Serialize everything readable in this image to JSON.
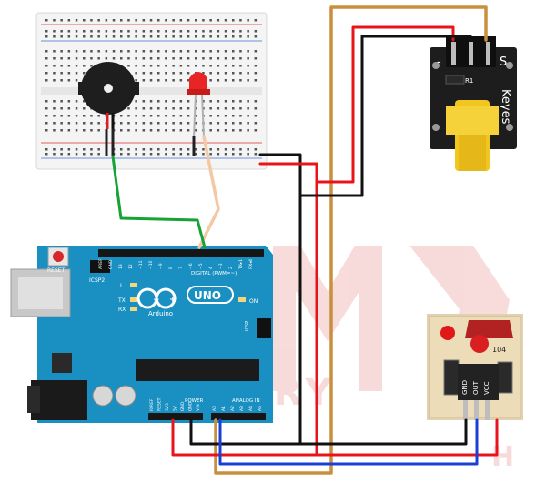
{
  "watermark": {
    "line1": "MORY",
    "line2": "H"
  },
  "arduino": {
    "logo_text": "UNO",
    "brand": "Arduino",
    "reset_label": "RESET",
    "icsp2_label": "ICSP2",
    "icsp_label": "ICSP",
    "led_l": "L",
    "led_tx": "TX",
    "led_rx": "RX",
    "led_on": "ON",
    "digital_label": "DIGITAL (PWM=~)",
    "power_label": "POWER",
    "analog_label": "ANALOG IN",
    "digital_pins": [
      "AREF",
      "GND",
      "13",
      "12",
      "~11",
      "~10",
      "~9",
      "8",
      "7",
      "~6",
      "~5",
      "4",
      "~3",
      "2",
      "TX▸1",
      "RX◂0"
    ],
    "power_pins": [
      "IOREF",
      "RESET",
      "3V3",
      "5V",
      "GND",
      "GND",
      "VIN"
    ],
    "analog_pins": [
      "A0",
      "A1",
      "A2",
      "A3",
      "A4",
      "A5"
    ]
  },
  "key_module": {
    "minus": "-",
    "s": "S",
    "name": "Keyes",
    "r1": "R1"
  },
  "laser_module": {
    "pins": [
      "GND",
      "OUT",
      "VCC"
    ],
    "code": "104"
  },
  "colors": {
    "board": "#1a8fc1",
    "wire_red": "#e8141b",
    "wire_black": "#111111",
    "wire_blue": "#1b3fd6",
    "wire_green": "#16a336",
    "wire_brown": "#c8903e",
    "wire_peach": "#f3c9a4",
    "sensor_pcb": "#1d1d1d",
    "button_yellow": "#f1c61e"
  }
}
